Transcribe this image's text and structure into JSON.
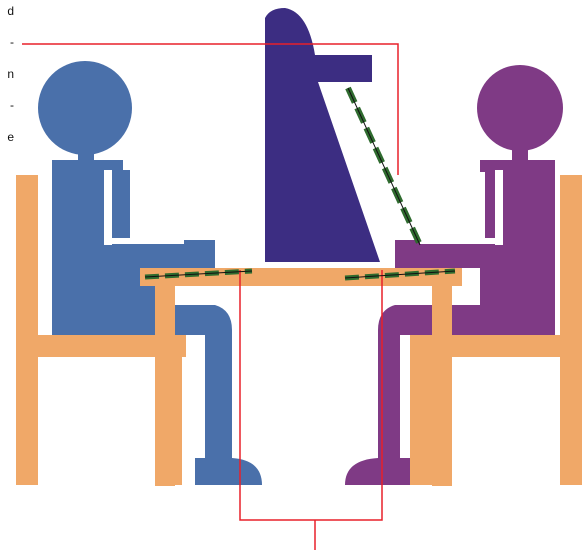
{
  "clipped_text": {
    "lines": [
      "d",
      "-",
      "n",
      "-",
      "e"
    ]
  },
  "colors": {
    "chair": "#F0A868",
    "person_left": "#4A70AA",
    "person_right": "#7F3A85",
    "interpreter": "#3C2D82",
    "table": "#F0A868",
    "red_line": "#E8202A",
    "green_dash": "#2F6B2F"
  },
  "figures": [
    {
      "name": "person-left",
      "color_key": "person_left"
    },
    {
      "name": "interpreter-figure",
      "color_key": "interpreter"
    },
    {
      "name": "person-right",
      "color_key": "person_right"
    }
  ]
}
